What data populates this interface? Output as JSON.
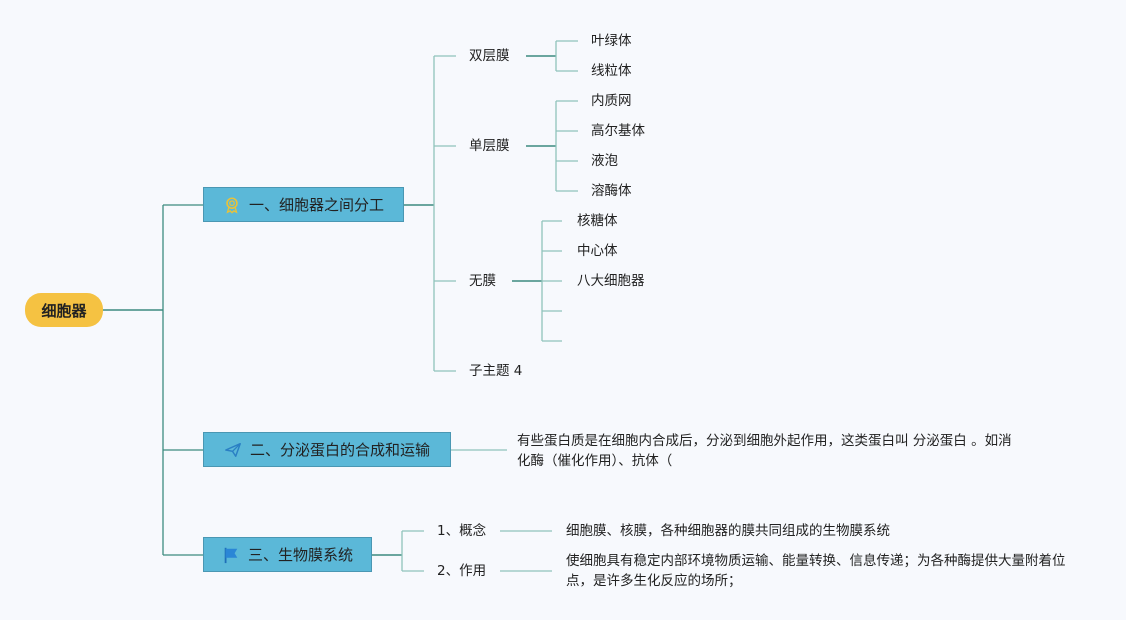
{
  "root": {
    "label": "细胞器"
  },
  "topics": [
    {
      "label": "一、细胞器之间分工",
      "icon": "award-ribbon-icon",
      "children": [
        {
          "label": "双层膜",
          "children": [
            "叶绿体",
            "线粒体"
          ]
        },
        {
          "label": "单层膜",
          "children": [
            "内质网",
            "高尔基体",
            "液泡",
            "溶酶体"
          ]
        },
        {
          "label": "无膜",
          "children": [
            "核糖体",
            "中心体",
            "八大细胞器",
            "",
            ""
          ]
        },
        {
          "label": "子主题 4"
        }
      ]
    },
    {
      "label": "二、分泌蛋白的合成和运输",
      "icon": "paper-plane-icon",
      "note": "有些蛋白质是在细胞内合成后，分泌到细胞外起作用，这类蛋白叫 分泌蛋白 。如消化酶（催化作用）、抗体（"
    },
    {
      "label": "三、生物膜系统",
      "icon": "flag-icon",
      "children": [
        {
          "label": "1、概念",
          "detail": "细胞膜、核膜，各种细胞器的膜共同组成的生物膜系统"
        },
        {
          "label": "2、作用",
          "detail": "使细胞具有稳定内部环境物质运输、能量转换、信息传递；为各种酶提供大量附着位点，是许多生化反应的场所；"
        }
      ]
    }
  ],
  "colors": {
    "root_fill": "#f5c242",
    "topic_fill": "#5bb8d8",
    "line_main": "#3d8b80",
    "line_branch": "#8fc3bb"
  }
}
